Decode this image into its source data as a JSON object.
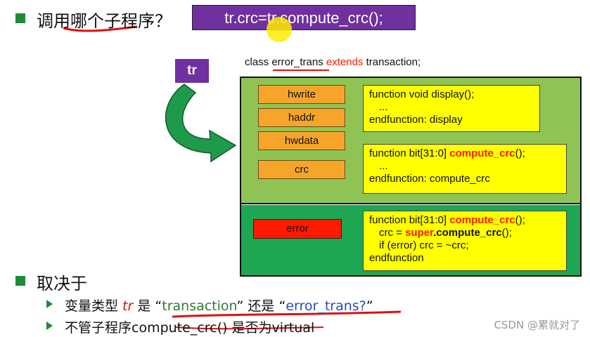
{
  "question1": {
    "text": "调用哪个子程序？"
  },
  "code_call": "tr.crc=tr.compute_crc();",
  "tr_label": "tr",
  "class_decl": {
    "prefix": "class ",
    "name": "error_trans",
    "extends": "extends",
    "parent": " transaction;"
  },
  "fields": [
    "hwrite",
    "haddr",
    "hwdata",
    "crc"
  ],
  "error_field": "error",
  "display_fn": {
    "line1": "function void display();",
    "line2": "...",
    "line3": "endfunction: display"
  },
  "base_crc_fn": {
    "prefix": "function bit[31:0] ",
    "name": "compute_crc",
    "suffix": "();",
    "line2": "...",
    "line3": "endfunction: compute_crc"
  },
  "derived_crc_fn": {
    "prefix": "function bit[31:0] ",
    "name": "compute_crc",
    "suffix": "();",
    "l2_a": "crc = ",
    "l2_super": "super",
    "l2_b": ".compute_crc",
    "l2_c": "();",
    "line3": "if (error) crc = ~crc;",
    "line4": "endfunction"
  },
  "question2": {
    "text": "取决于"
  },
  "bullet1": {
    "a": "变量类型 ",
    "b": "tr",
    "c": " 是  “",
    "d": "transaction",
    "e": "”  还是  “",
    "f": "error_trans?",
    "g": "”"
  },
  "bullet2": {
    "text": "不管子程序compute_crc() 是否为virtual"
  },
  "watermark": "CSDN @累就对了",
  "colors": {
    "purple": "#7030a0",
    "orange": "#f7a52a",
    "yellow": "#ffff00",
    "red": "#ff1a00",
    "light_green": "#8fc454",
    "dark_green": "#1ea653"
  }
}
